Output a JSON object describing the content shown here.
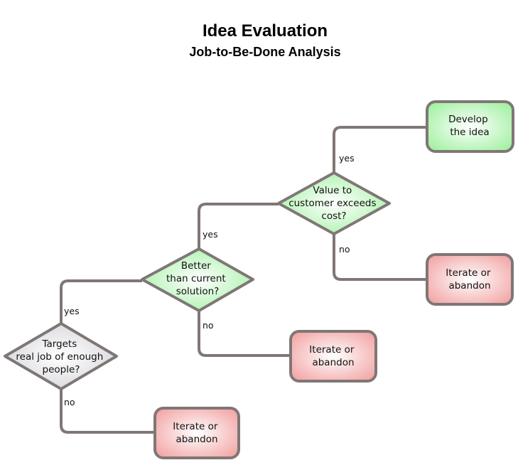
{
  "header": {
    "title": "Idea Evaluation",
    "subtitle": "Job-to-Be-Done Analysis"
  },
  "colors": {
    "connector": "#7f7775",
    "green_fill": "#c9f3c9",
    "red_fill": "#f4c0c0",
    "gray_fill": "#dcdcdf"
  },
  "nodes": {
    "q1": {
      "lines": [
        "Targets",
        "real job of enough",
        "people?"
      ]
    },
    "q2": {
      "lines": [
        "Better",
        "than current",
        "solution?"
      ]
    },
    "q3": {
      "lines": [
        "Value to",
        "customer exceeds",
        "cost?"
      ]
    },
    "develop": {
      "lines": [
        "Develop",
        "the idea"
      ]
    },
    "iterate1": {
      "lines": [
        "Iterate or",
        "abandon"
      ]
    },
    "iterate2": {
      "lines": [
        "Iterate or",
        "abandon"
      ]
    },
    "iterate3": {
      "lines": [
        "Iterate or",
        "abandon"
      ]
    }
  },
  "edges": {
    "q1_yes": "yes",
    "q1_no": "no",
    "q2_yes": "yes",
    "q2_no": "no",
    "q3_yes": "yes",
    "q3_no": "no"
  }
}
